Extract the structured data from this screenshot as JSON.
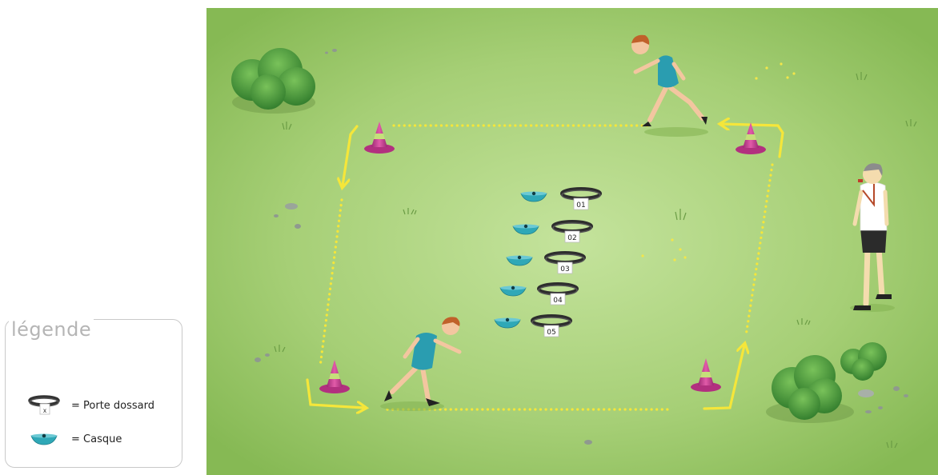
{
  "legend": {
    "title": "légende",
    "items": [
      {
        "label": "= Porte dossard",
        "marker": "x",
        "icon": "bib-holder-icon"
      },
      {
        "label": "= Casque",
        "icon": "helmet-icon"
      }
    ]
  },
  "field": {
    "bib_numbers": [
      "01",
      "02",
      "03",
      "04",
      "05"
    ]
  },
  "colors": {
    "grass": "#a9d07a",
    "grass_dark": "#8fbf5e",
    "path_line": "#f5e63a",
    "cone": "#c8378f",
    "helmet": "#2fa8b7",
    "jersey": "#2a9db0"
  }
}
